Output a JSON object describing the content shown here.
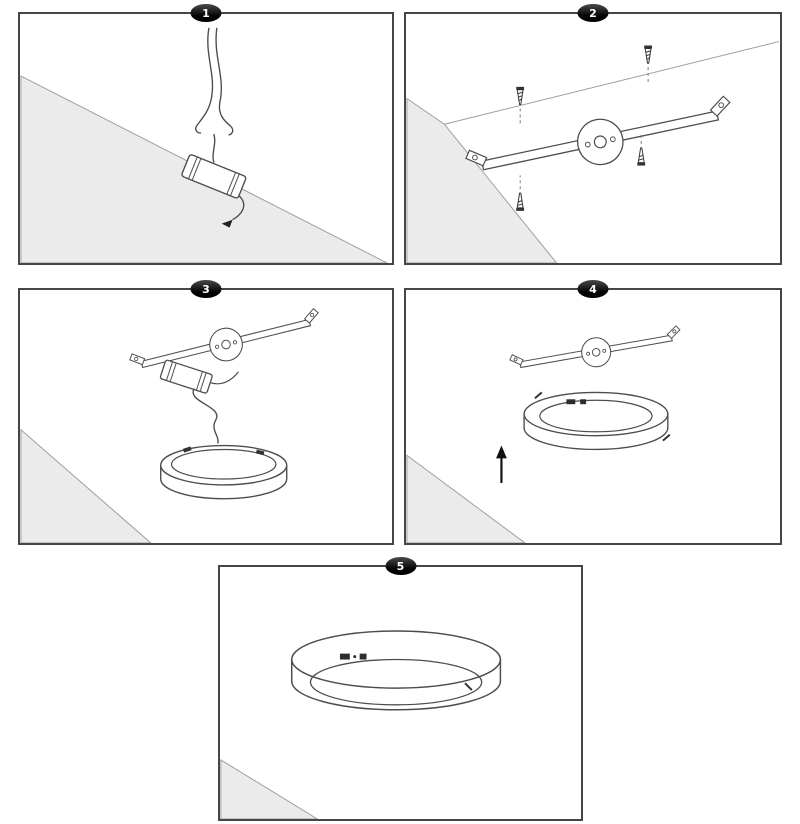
{
  "document": {
    "kind": "installation-diagram",
    "subject": "surface-mounted-round-led-ceiling-light"
  },
  "steps": [
    {
      "number": "1",
      "depicts": "power driver and supply wires hanging at the ceiling"
    },
    {
      "number": "2",
      "depicts": "mounting bracket fixed to the ceiling with screws"
    },
    {
      "number": "3",
      "depicts": "driver wired between bracket and light ring"
    },
    {
      "number": "4",
      "depicts": "light body lifted up onto the mounting bracket"
    },
    {
      "number": "5",
      "depicts": "round light fully installed on the ceiling"
    }
  ],
  "colors": {
    "background": "#ffffff",
    "panel_border": "#464646",
    "wall_fill": "#ebebeb",
    "line": "#4d4d4d",
    "badge_background": "#0c0c0c",
    "badge_text": "#ffffff"
  }
}
